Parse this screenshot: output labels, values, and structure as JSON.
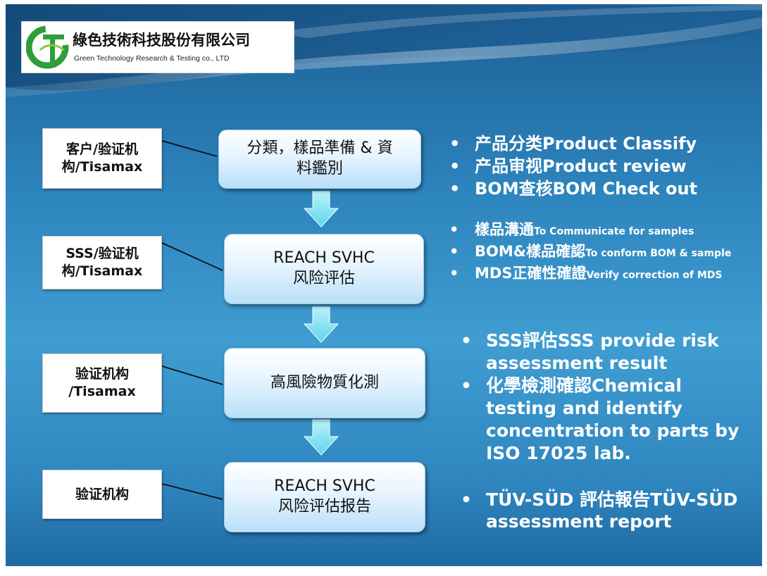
{
  "logo": {
    "company_cn": "綠色技術科技股份有限公司",
    "company_en": "Green Technology Research & Testing co., LTD",
    "mark_icon": "gtr-logo-icon"
  },
  "colors": {
    "background_top": "#1d5f96",
    "background_mid": "#3f9dd1",
    "step_box": "#d6ecfb",
    "arrow": "#7fe0f2",
    "text_light": "#ffffff"
  },
  "actors": [
    {
      "label": "客户/验证机\n构/Tisamax"
    },
    {
      "label": "SSS/验证机\n构/Tisamax"
    },
    {
      "label": "验证机构\n/Tisamax"
    },
    {
      "label": "验证机构"
    }
  ],
  "steps": [
    {
      "label": "分類，樣品準備 & 資\n料鑑別"
    },
    {
      "label": "REACH SVHC\n风险评估"
    },
    {
      "label": "高風險物質化測"
    },
    {
      "label": "REACH SVHC\n风险评估报告"
    }
  ],
  "bullet_marker": "•",
  "notes": {
    "group1": [
      {
        "main": "产品分类Product Classify"
      },
      {
        "main": "产品审视Product review"
      },
      {
        "main": "BOM查核BOM Check out"
      }
    ],
    "group2": [
      {
        "main": "樣品溝通",
        "sub": "To Communicate for samples"
      },
      {
        "main": "BOM&樣品確認",
        "sub": "To conform BOM & sample"
      },
      {
        "main": "MDS正確性確證",
        "sub": "Verify  correction of MDS"
      }
    ],
    "group3": [
      {
        "main": "SSS評估SSS provide risk assessment result"
      },
      {
        "main": "化學檢測確認Chemical testing and identify concentration to parts by ISO 17025 lab."
      }
    ],
    "group4": [
      {
        "main": "TÜV-SÜD 評估報告TÜV-SÜD assessment report"
      }
    ]
  }
}
